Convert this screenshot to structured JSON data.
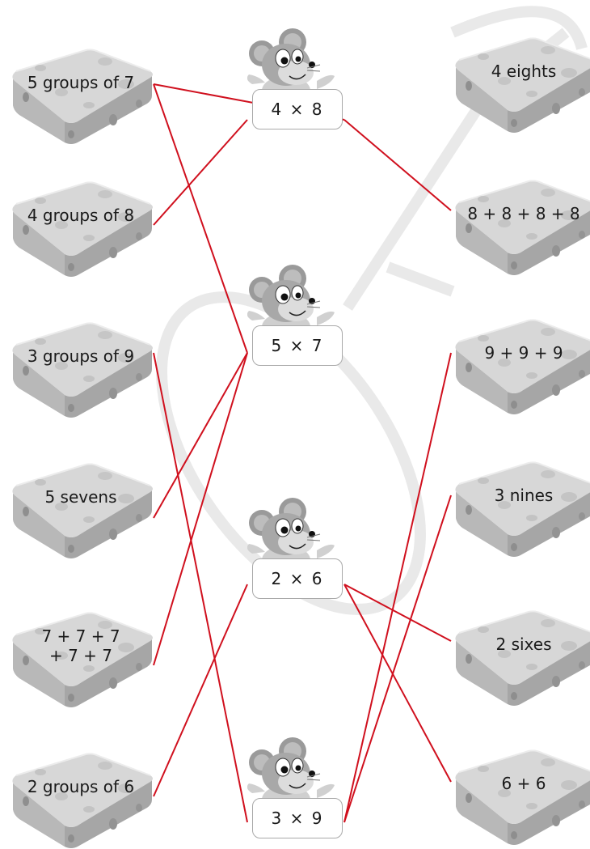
{
  "left_items": [
    {
      "label": "5 groups of 7"
    },
    {
      "label": "4 groups of 8"
    },
    {
      "label": "3 groups of 9"
    },
    {
      "label": "5 sevens"
    },
    {
      "label": "7 + 7 + 7\n+ 7 + 7"
    },
    {
      "label": "2 groups of 6"
    }
  ],
  "mice": [
    {
      "expression": "4 × 8"
    },
    {
      "expression": "5 × 7"
    },
    {
      "expression": "2 × 6"
    },
    {
      "expression": "3 × 9"
    }
  ],
  "right_items": [
    {
      "label": "4 eights"
    },
    {
      "label": "8 + 8 + 8 + 8"
    },
    {
      "label": "9 + 9 + 9"
    },
    {
      "label": "3 nines"
    },
    {
      "label": "2 sixes"
    },
    {
      "label": "6 + 6"
    }
  ],
  "colors": {
    "line": "#d0101e",
    "cheese_top": "#d6d6d6",
    "cheese_side": "#a4a4a4",
    "watermark": "#e6e6e6"
  },
  "icons": {
    "cheese": "cheese-icon",
    "mouse": "mouse-icon"
  }
}
